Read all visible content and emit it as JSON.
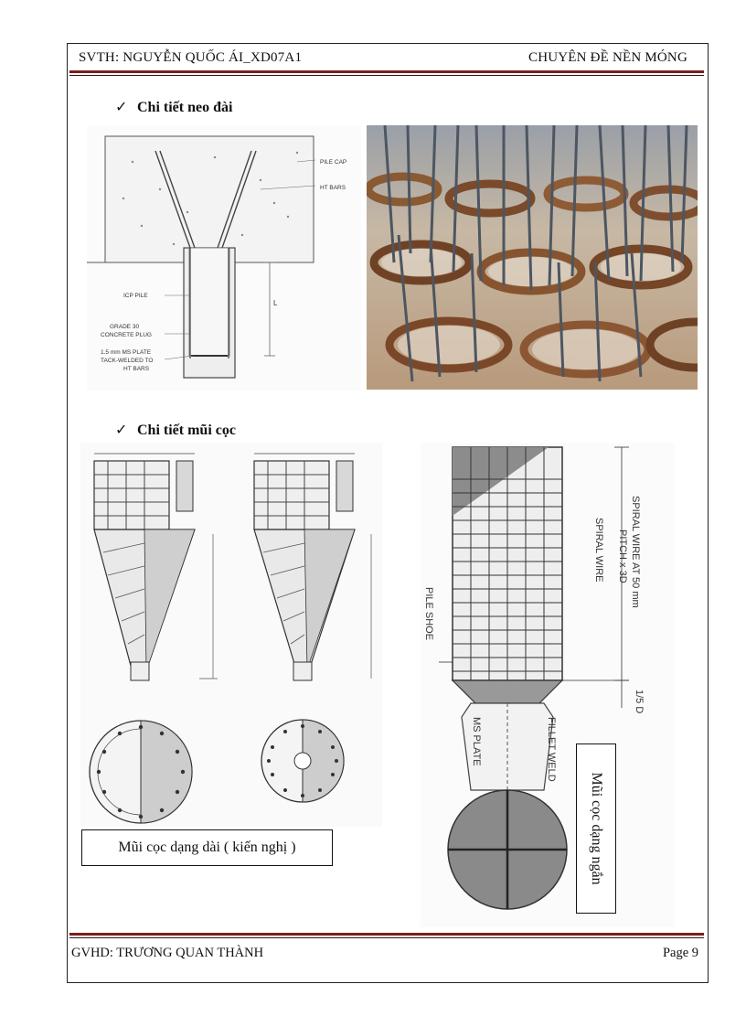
{
  "header": {
    "left": "SVTH: NGUYỄN QUỐC ÁI_XD07A1",
    "right": "CHUYÊN ĐỀ NỀN MÓNG"
  },
  "sections": [
    {
      "check": "✓",
      "title": "Chi tiết neo đài"
    },
    {
      "check": "✓",
      "title": "Chi tiết mũi cọc"
    }
  ],
  "figure1": {
    "labels": [
      "PILE CAP",
      "HT BARS",
      "ICP PILE",
      "GRADE 30",
      "CONCRETE PLUG",
      "1.5 mm MS PLATE",
      "TACK-WELDED TO",
      "HT BARS",
      "L"
    ]
  },
  "figure4": {
    "labels": [
      "SPIRAL WIRE AT 50 mm",
      "PITCH x 3D",
      "SPIRAL WIRE",
      "PILE SHOE",
      "MS PLATE",
      "FILLET WELD",
      "1/5 D"
    ]
  },
  "captions": {
    "long_tip": "Mũi cọc dạng dài ( kiến nghị )",
    "short_tip": "Mũi cọc dạng ngắn"
  },
  "footer": {
    "left": "GVHD: TRƯƠNG QUAN THÀNH",
    "right": "Page 9"
  }
}
